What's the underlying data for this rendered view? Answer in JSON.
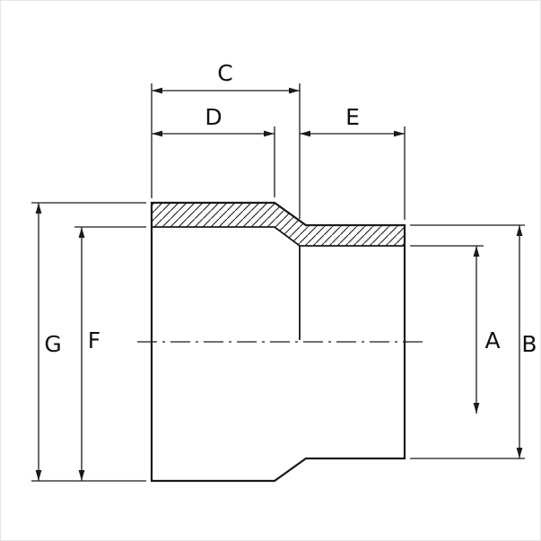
{
  "diagram": {
    "kind": "technical-drawing-reducing-coupling-cross-section",
    "colors": {
      "line": "#1a1a1a",
      "background": "#ffffff"
    },
    "labels": {
      "A": "A",
      "B": "B",
      "C": "C",
      "D": "D",
      "E": "E",
      "F": "F",
      "G": "G"
    }
  }
}
